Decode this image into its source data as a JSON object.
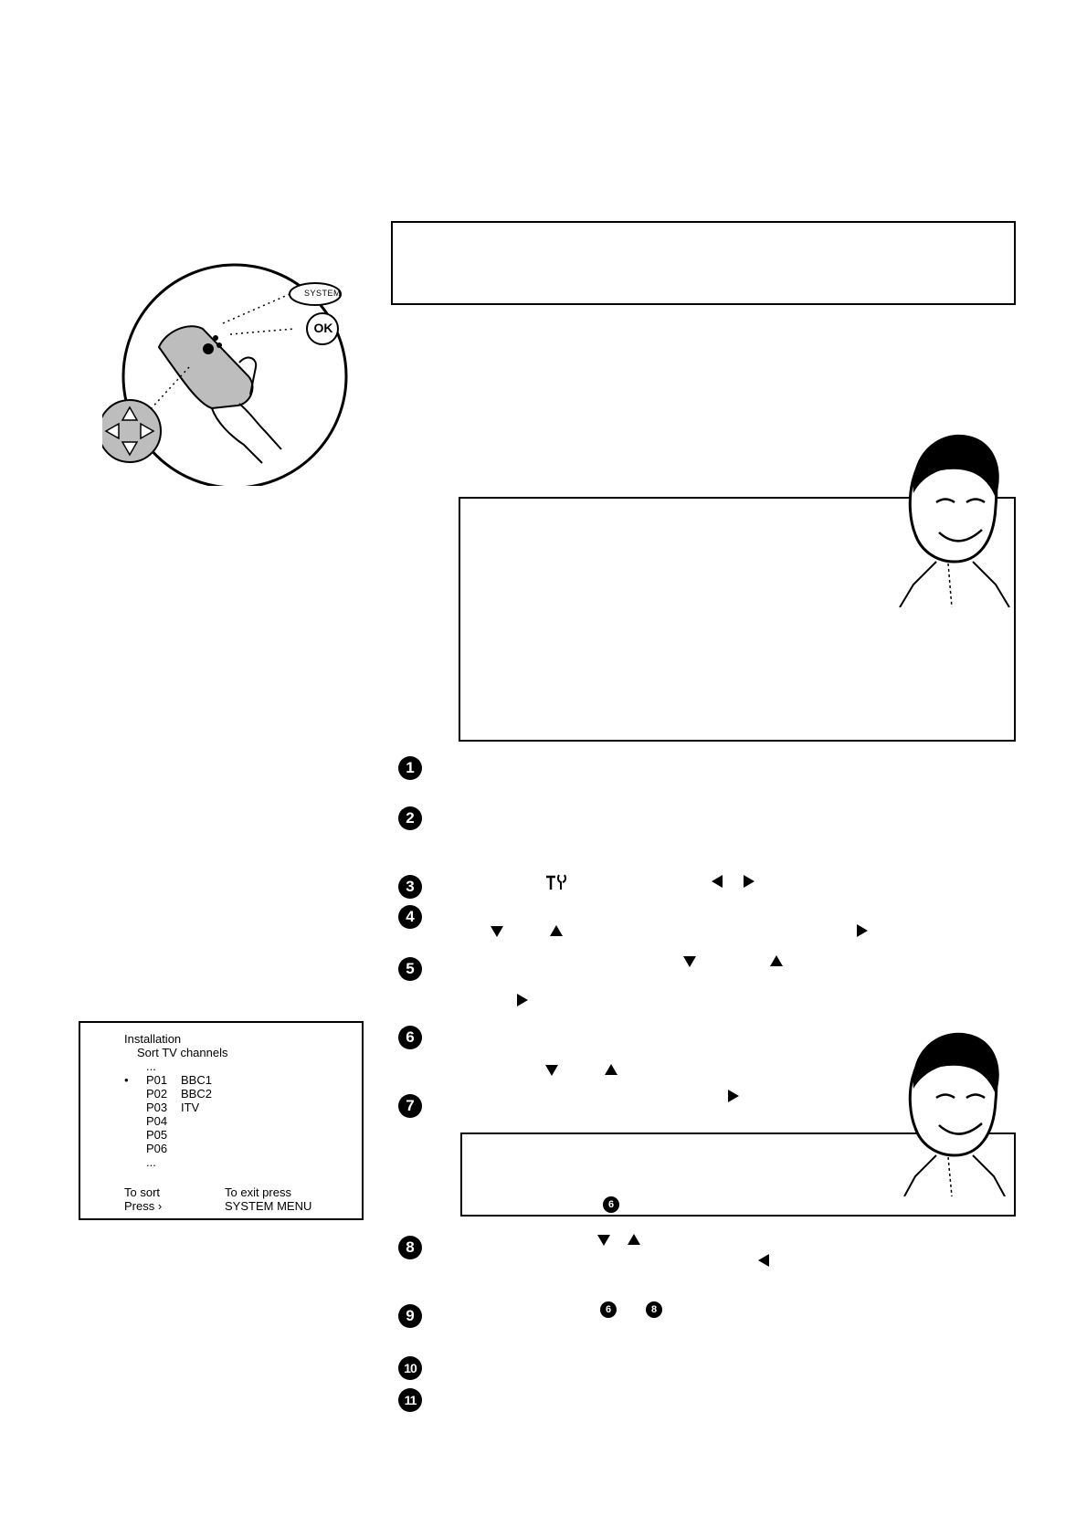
{
  "remote": {
    "system_label": "SYSTEM",
    "ok_label": "OK"
  },
  "steps": [
    "1",
    "2",
    "3",
    "4",
    "5",
    "6",
    "7",
    "8",
    "9",
    "10",
    "11"
  ],
  "step_refs": {
    "tip_ref": "6",
    "step9_ref_a": "6",
    "step9_ref_b": "8"
  },
  "icons": {
    "setup": "tools-icon",
    "cursor_down": "triangle-down-icon",
    "cursor_up": "triangle-up-icon",
    "cursor_left": "triangle-left-icon",
    "cursor_right": "triangle-right-icon"
  },
  "osd": {
    "title": "Installation",
    "subtitle": "Sort  TV  channels",
    "ellipsis_top": "...",
    "bullet": "•",
    "rows": [
      {
        "prog": "P01",
        "name": "BBC1"
      },
      {
        "prog": "P02",
        "name": "BBC2"
      },
      {
        "prog": "P03",
        "name": "ITV"
      },
      {
        "prog": "P04",
        "name": ""
      },
      {
        "prog": "P05",
        "name": ""
      },
      {
        "prog": "P06",
        "name": ""
      }
    ],
    "ellipsis_bottom": "...",
    "footer_left_1": "To  sort",
    "footer_left_2": "Press  ›",
    "footer_right_1": "To  exit  press",
    "footer_right_2": "SYSTEM  MENU"
  }
}
